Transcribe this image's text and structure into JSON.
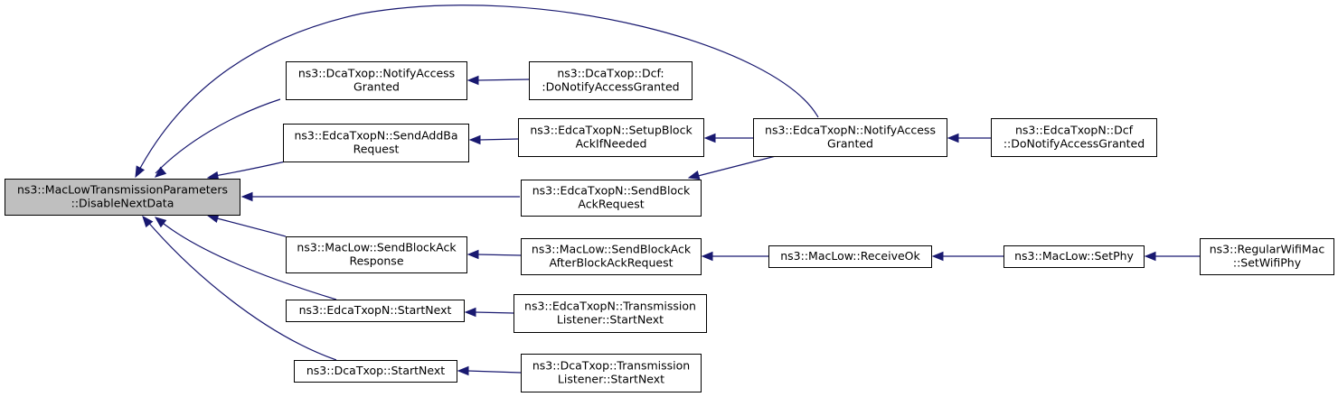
{
  "nodes": [
    {
      "id": "root",
      "lines": [
        "ns3::MacLowTransmissionParameters",
        "::DisableNextData"
      ],
      "highlight": true
    },
    {
      "id": "dca_notify",
      "lines": [
        "ns3::DcaTxop::NotifyAccess",
        "Granted"
      ]
    },
    {
      "id": "dca_dcf_notify",
      "lines": [
        "ns3::DcaTxop::Dcf:",
        ":DoNotifyAccessGranted"
      ]
    },
    {
      "id": "edca_sendaddba",
      "lines": [
        "ns3::EdcaTxopN::SendAddBa",
        "Request"
      ]
    },
    {
      "id": "edca_setupblock",
      "lines": [
        "ns3::EdcaTxopN::SetupBlock",
        "AckIfNeeded"
      ]
    },
    {
      "id": "edca_notify",
      "lines": [
        "ns3::EdcaTxopN::NotifyAccess",
        "Granted"
      ]
    },
    {
      "id": "edca_dcf_notify",
      "lines": [
        "ns3::EdcaTxopN::Dcf",
        "::DoNotifyAccessGranted"
      ]
    },
    {
      "id": "edca_sendblockack",
      "lines": [
        "ns3::EdcaTxopN::SendBlock",
        "AckRequest"
      ]
    },
    {
      "id": "maclow_sendblockackresp",
      "lines": [
        "ns3::MacLow::SendBlockAck",
        "Response"
      ]
    },
    {
      "id": "maclow_sendblockackafter",
      "lines": [
        "ns3::MacLow::SendBlockAck",
        "AfterBlockAckRequest"
      ]
    },
    {
      "id": "maclow_receiveok",
      "lines": [
        "ns3::MacLow::ReceiveOk"
      ]
    },
    {
      "id": "maclow_setphy",
      "lines": [
        "ns3::MacLow::SetPhy"
      ]
    },
    {
      "id": "regularwifimac_setwifiphy",
      "lines": [
        "ns3::RegularWifiMac",
        "::SetWifiPhy"
      ]
    },
    {
      "id": "edca_startnext",
      "lines": [
        "ns3::EdcaTxopN::StartNext"
      ]
    },
    {
      "id": "edca_translistener_startnext",
      "lines": [
        "ns3::EdcaTxopN::Transmission",
        "Listener::StartNext"
      ]
    },
    {
      "id": "dca_startnext",
      "lines": [
        "ns3::DcaTxop::StartNext"
      ]
    },
    {
      "id": "dca_translistener_startnext",
      "lines": [
        "ns3::DcaTxop::Transmission",
        "Listener::StartNext"
      ]
    }
  ],
  "edges": [
    {
      "from": "dca_notify",
      "to": "root"
    },
    {
      "from": "edca_sendaddba",
      "to": "root"
    },
    {
      "from": "edca_notify",
      "to": "root"
    },
    {
      "from": "edca_sendblockack",
      "to": "root"
    },
    {
      "from": "maclow_sendblockackresp",
      "to": "root"
    },
    {
      "from": "edca_startnext",
      "to": "root"
    },
    {
      "from": "dca_startnext",
      "to": "root"
    },
    {
      "from": "dca_dcf_notify",
      "to": "dca_notify"
    },
    {
      "from": "edca_setupblock",
      "to": "edca_sendaddba"
    },
    {
      "from": "edca_notify",
      "to": "edca_setupblock"
    },
    {
      "from": "edca_dcf_notify",
      "to": "edca_notify"
    },
    {
      "from": "edca_notify",
      "to": "edca_sendblockack"
    },
    {
      "from": "maclow_sendblockackafter",
      "to": "maclow_sendblockackresp"
    },
    {
      "from": "maclow_receiveok",
      "to": "maclow_sendblockackafter"
    },
    {
      "from": "maclow_setphy",
      "to": "maclow_receiveok"
    },
    {
      "from": "regularwifimac_setwifiphy",
      "to": "maclow_setphy"
    },
    {
      "from": "edca_translistener_startnext",
      "to": "edca_startnext"
    },
    {
      "from": "dca_translistener_startnext",
      "to": "dca_startnext"
    }
  ],
  "colors": {
    "edge": "#191970",
    "root_fill": "#bfbfbf",
    "node_fill": "#ffffff",
    "border": "#000000"
  }
}
